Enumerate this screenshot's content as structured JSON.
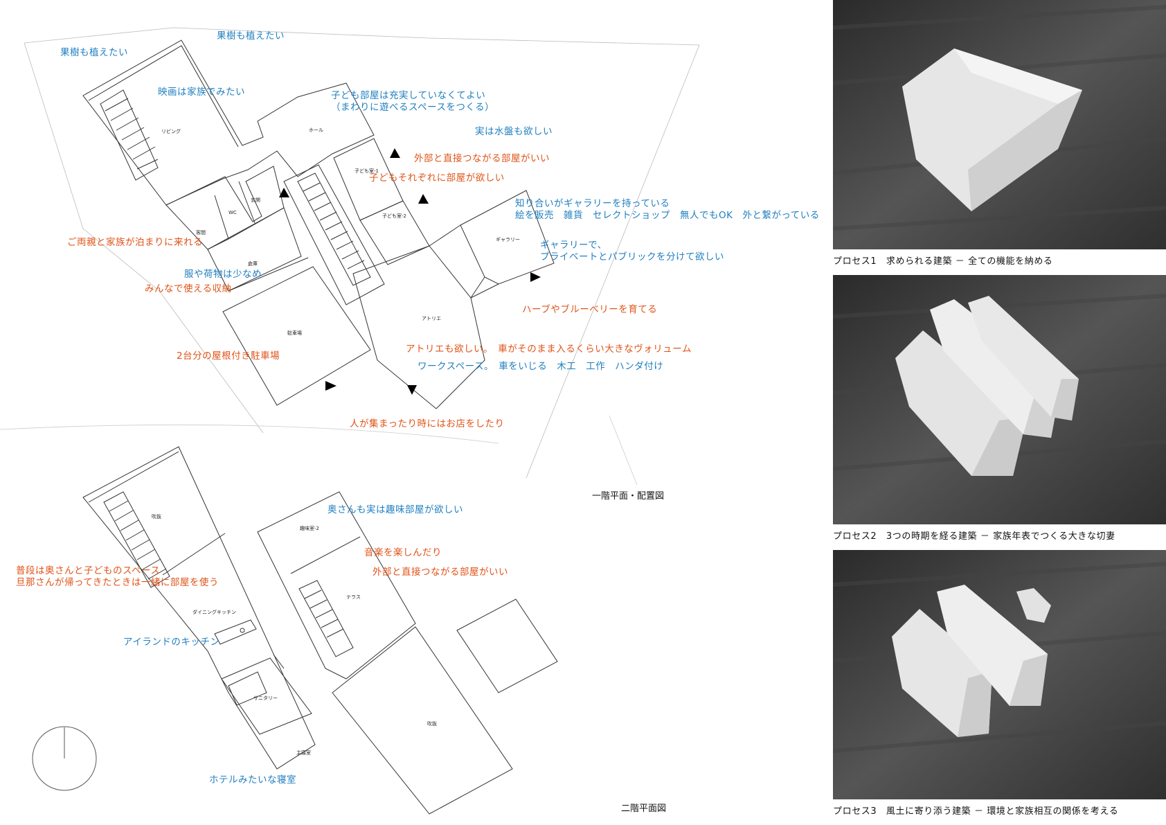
{
  "floor_plan_1f": {
    "title": "一階平面・配置図",
    "rooms": {
      "living": "リビング",
      "hall": "ホール",
      "entrance": "玄関",
      "wc": "WC",
      "guest": "客間",
      "storage": "倉庫",
      "parking": "駐車場",
      "child1": "子ども室-1",
      "child2": "子ども室-2",
      "gallery": "ギャラリー",
      "atelier": "アトリエ"
    },
    "annotations": {
      "fruit_trees_left": "果樹も植えたい",
      "fruit_trees_top": "果樹も植えたい",
      "movie_family": "映画は家族でみたい",
      "kids_room_light": "子ども部屋は充実していなくてよい\n（まわりに遊べるスペースをつくる）",
      "water_basin": "実は水盤も欲しい",
      "outside_room_1f": "外部と直接つながる部屋がいい",
      "kids_each_room": "子どもそれぞれに部屋が欲しい",
      "gallery_friend": "知り合いがギャラリーを持っている\n絵を販売　雑貨　セレクトショップ　無人でもOK　外と繋がっている",
      "parents_stay": "ご両親と家族が泊まりに来れる",
      "gallery_private_public": "ギャラリーで、\nプライベートとパブリックを分けて欲しい",
      "few_clothes": "服や荷物は少なめ",
      "shared_storage": "みんなで使える収納",
      "herb_blueberry": "ハーブやブルーベリーを育てる",
      "atelier_want": "アトリエも欲しい。　車がそのまま入るくらい大きなヴォリューム",
      "workspace": "ワークスペース。　車をいじる　木工　工作　ハンダ付け",
      "carport": "2台分の屋根付き駐車場",
      "people_gather": "人が集まったり時にはお店をしたり"
    }
  },
  "floor_plan_2f": {
    "title": "二階平面図",
    "rooms": {
      "void_left": "吹抜",
      "hobby2": "趣味室-2",
      "terrace": "テラス",
      "dining_kitchen": "ダイニングキッチン",
      "sanitary": "サニタリー",
      "master_bedroom": "主寝室",
      "void_right": "吹抜"
    },
    "annotations": {
      "wife_hobby": "奥さんも実は趣味部屋が欲しい",
      "enjoy_music": "音楽を楽しんだり",
      "outside_room_2f": "外部と直接つながる部屋がいい",
      "usual_space": "普段は奥さんと子どものスペース\n旦那さんが帰ってきたときは一緒に部屋を使う",
      "island_kitchen": "アイランドのキッチン",
      "hotel_bedroom": "ホテルみたいな寝室"
    }
  },
  "process_photos": [
    {
      "caption": "プロセス1　求められる建築 － 全ての機能を納める"
    },
    {
      "caption": "プロセス2　3つの時期を経る建築 － 家族年表でつくる大きな切妻"
    },
    {
      "caption": "プロセス3　風土に寄り添う建築 － 環境と家族相互の関係を考える"
    }
  ],
  "colors": {
    "wish_blue": "#1f7fc0",
    "wish_red": "#e05317",
    "plan_line": "#333333"
  }
}
